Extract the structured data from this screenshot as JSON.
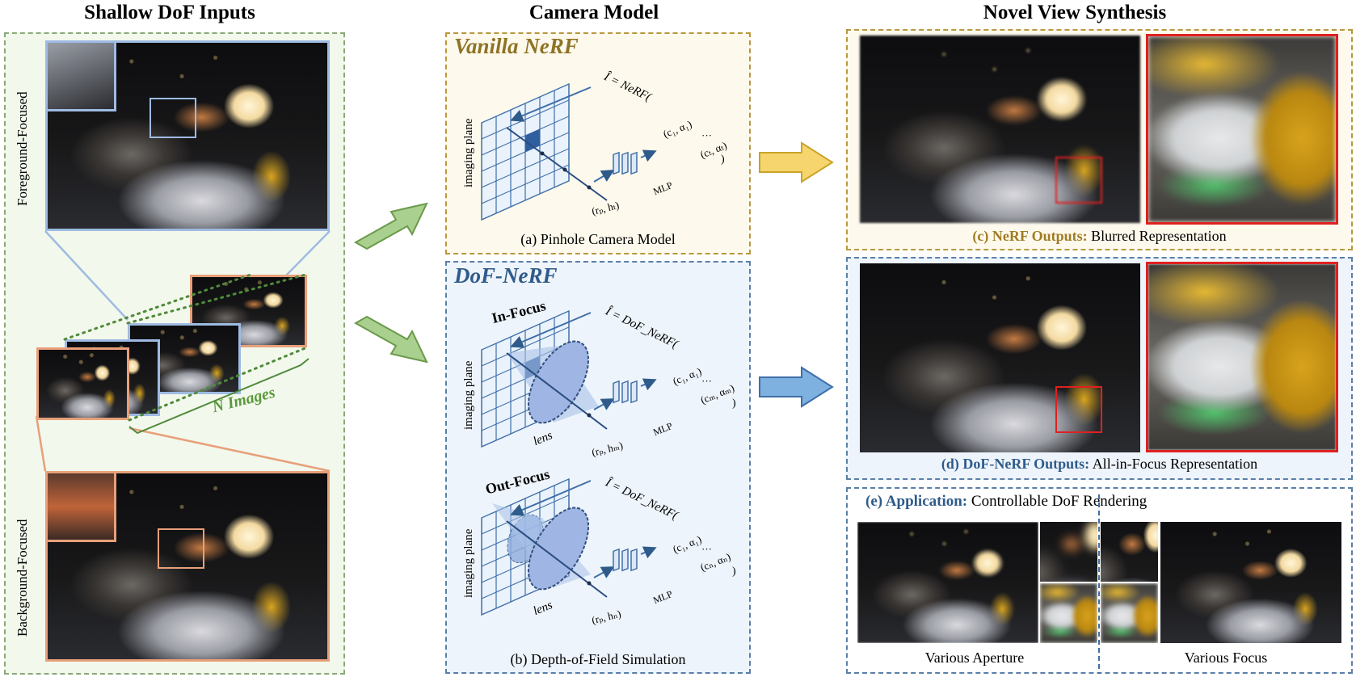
{
  "columns": {
    "inputs_title": "Shallow DoF Inputs",
    "camera_title": "Camera Model",
    "nvs_title": "Novel View Synthesis"
  },
  "inputs": {
    "foreground_label": "Foreground-Focused",
    "background_label": "Background-Focused",
    "n_images_label": "N Images"
  },
  "camera": {
    "vanilla_title": "Vanilla NeRF",
    "vanilla_caption": "(a) Pinhole Camera Model",
    "dof_title": "DoF-NeRF",
    "dof_caption": "(b) Depth-of-Field Simulation",
    "infocus_label": "In-Focus",
    "outfocus_label": "Out-Focus",
    "imaging_plane": "imaging plane",
    "lens_label": "lens",
    "mlp_label": "MLP",
    "ray_t": "(rₚ, hₜ)",
    "ray_m": "(rₚ, hₘ)",
    "ray_n": "(rₚ, hₙ)",
    "eq_vanilla": "Î = NeRF(",
    "eq_dof": "Î = DoF_NeRF(",
    "pair_1": "(c₁, α₁)",
    "pair_t": "(cₜ, αₜ)",
    "pair_m": "(cₘ, αₘ)",
    "pair_n": "(cₙ, αₙ)",
    "ellipsis": "···",
    "close_paren": ")"
  },
  "nvs": {
    "c_prefix": "(c) NeRF Outputs:",
    "c_suffix": "Blurred Representation",
    "d_prefix": "(d) DoF-NeRF Outputs:",
    "d_suffix": "All-in-Focus Representation",
    "e_prefix": "(e) Application:",
    "e_suffix": "Controllable DoF Rendering",
    "various_aperture": "Various Aperture",
    "various_focus": "Various Focus"
  },
  "colors": {
    "green_frame": "#8aa878",
    "gold_frame": "#b8983e",
    "blue_frame": "#5a7fa8",
    "blue_panel_bg": "#eef4fb",
    "gold_panel_bg": "#fdf9ec",
    "green_panel_bg": "#f2f8ec",
    "arrow_green": "#a9d08e",
    "arrow_gold": "#f7d56e",
    "arrow_blue": "#7eb0e0",
    "salmon": "#e8a07a",
    "red_box": "#e02020"
  }
}
